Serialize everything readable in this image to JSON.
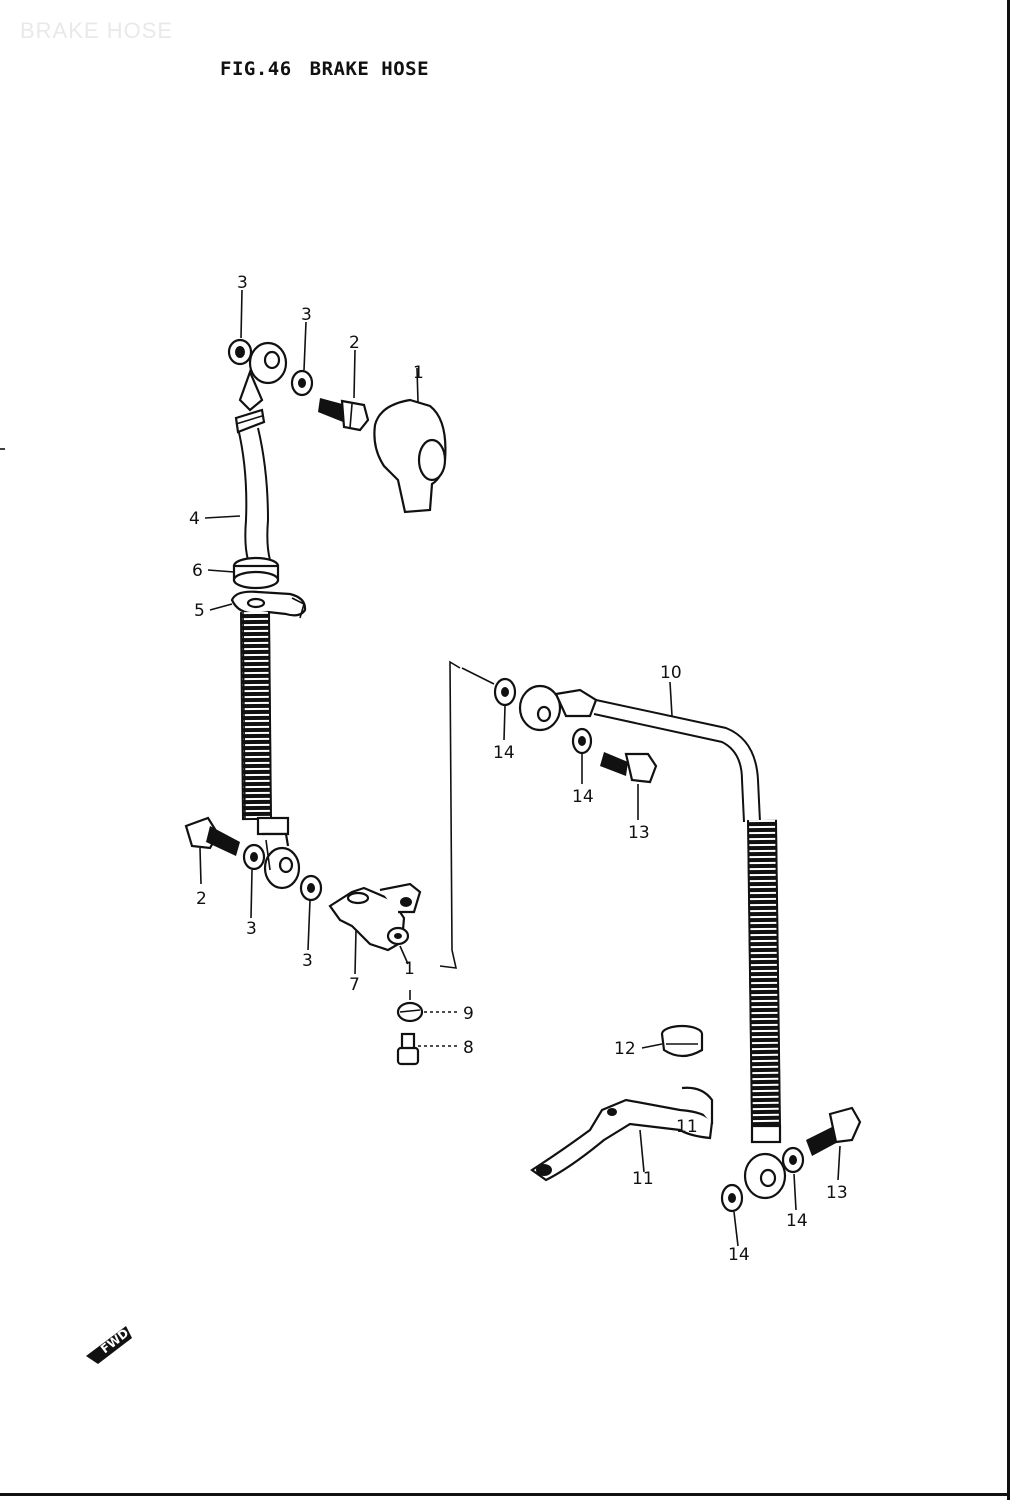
{
  "watermark": "BRAKE HOSE",
  "figure": {
    "number": "FIG.46",
    "title": "BRAKE HOSE"
  },
  "fwd_mark": "FWD",
  "callouts": {
    "c_3a": "3",
    "c_3b": "3",
    "c_2a": "2",
    "c_1a": "1",
    "c_4": "4",
    "c_6": "6",
    "c_5": "5",
    "c_2b": "2",
    "c_3c": "3",
    "c_3d": "3",
    "c_7": "7",
    "c_1b": "1",
    "c_9": "9",
    "c_8": "8",
    "c_10": "10",
    "c_14a": "14",
    "c_14b": "14",
    "c_13a": "13",
    "c_12": "12",
    "c_11a": "11",
    "c_11b": "11",
    "c_14c": "14",
    "c_14d": "14",
    "c_13b": "13"
  },
  "parts": [
    "union-bolt",
    "gasket",
    "brake-hose-upper",
    "hose-clamp",
    "grommet",
    "brake-hose-joint",
    "caliper-union",
    "bleeder",
    "bleeder-cap",
    "brake-pipe",
    "pipe-clamp",
    "clip",
    "washer"
  ]
}
